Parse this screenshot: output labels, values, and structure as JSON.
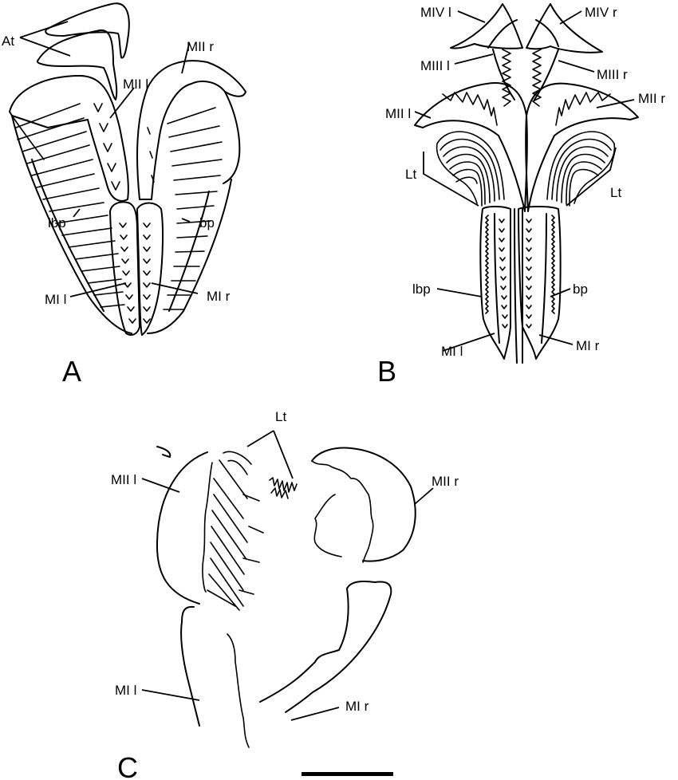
{
  "figure": {
    "panels": [
      {
        "id": "A",
        "letter": "A",
        "labels": {
          "at": "At",
          "mii_l": "MII l",
          "mii_r": "MII r",
          "lbp": "lbp",
          "bp": "bp",
          "mi_l": "MI l",
          "mi_r": "MI r"
        }
      },
      {
        "id": "B",
        "letter": "B",
        "labels": {
          "miv_l": "MIV l",
          "miv_r": "MIV r",
          "miii_l": "MIII l",
          "miii_r": "MIII r",
          "mii_l": "MII l",
          "mii_r": "MII r",
          "lt_l": "Lt",
          "lt_r": "Lt",
          "lbp": "lbp",
          "bp": "bp",
          "mi_l": "MI l",
          "mi_r": "MI r"
        }
      },
      {
        "id": "C",
        "letter": "C",
        "labels": {
          "lt": "Lt",
          "mii_l": "MII l",
          "mii_r": "MII r",
          "mi_l": "MI l",
          "mi_r": "MI r"
        }
      }
    ],
    "scale_bar": {
      "color": "#000000"
    },
    "colors": {
      "line": "#000000",
      "background": "#ffffff"
    }
  }
}
